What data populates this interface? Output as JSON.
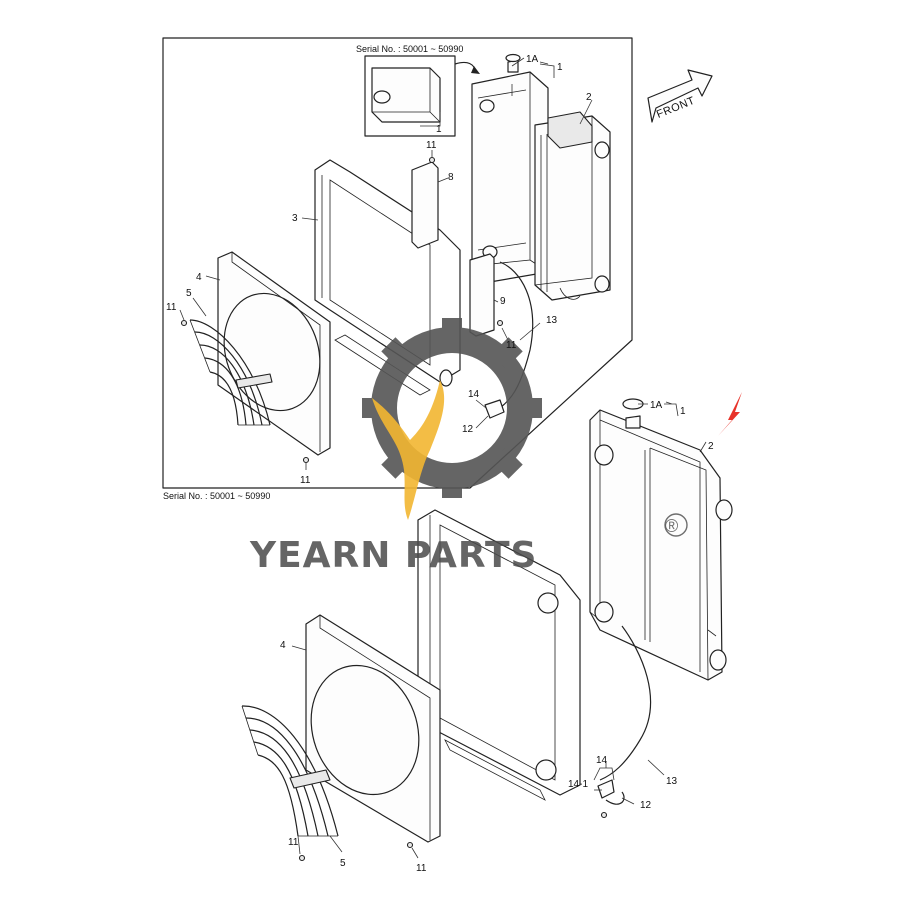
{
  "serial_top": "Serial No. : 50001 ~ 50990",
  "serial_bottom": "Serial No. : 50001 ~ 50990",
  "front_label": "FRONT",
  "watermark": {
    "brand": "YEARN PARTS",
    "registered": "®",
    "colors": {
      "gear": "#555555",
      "flame": "#f2b631"
    }
  },
  "arrow_color": "#e8332a",
  "labels": {
    "inset_1": "1",
    "top_1A": "1A",
    "top_1": "1",
    "top_2": "2",
    "top_3": "3",
    "top_4": "4",
    "top_5": "5",
    "top_8": "8",
    "top_9": "9",
    "top_11a": "11",
    "top_11b": "11",
    "top_11c": "11",
    "top_11d": "11",
    "top_12": "12",
    "top_13": "13",
    "top_14": "14",
    "bot_1A": "1A",
    "bot_1": "1",
    "bot_2": "2",
    "bot_4": "4",
    "bot_5": "5",
    "bot_11a": "11",
    "bot_11b": "11",
    "bot_12": "12",
    "bot_13": "13",
    "bot_14": "14",
    "bot_14_1": "14-1"
  }
}
